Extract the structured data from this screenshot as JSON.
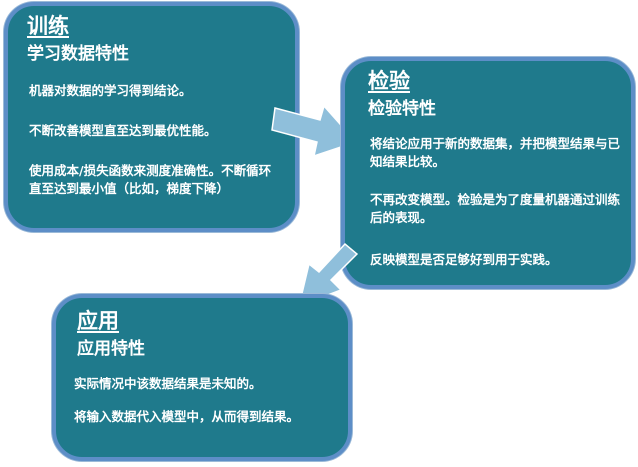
{
  "colors": {
    "box_fill": "#1f7a8c",
    "box_border": "#5d8ec7",
    "arrow_fill": "#8fbfdb",
    "text": "#ffffff"
  },
  "training": {
    "title": "训练",
    "subtitle": "学习数据特性",
    "p1": "机器对数据的学习得到结论。",
    "p2": "不断改善模型直至达到最优性能。",
    "p3": "使用成本/损失函数来测度准确性。不断循环直至达到最小值（比如，梯度下降）"
  },
  "testing": {
    "title": "检验",
    "subtitle": "检验特性",
    "p1": "将结论应用于新的数据集，并把模型结果与已知结果比较。",
    "p2": "不再改变模型。检验是为了度量机器通过训练后的表现。",
    "p3": "反映模型是否足够好到用于实践。"
  },
  "application": {
    "title": "应用",
    "subtitle": "应用特性",
    "p1": "实际情况中该数据结果是未知的。",
    "p2": "将输入数据代入模型中，从而得到结果。"
  }
}
